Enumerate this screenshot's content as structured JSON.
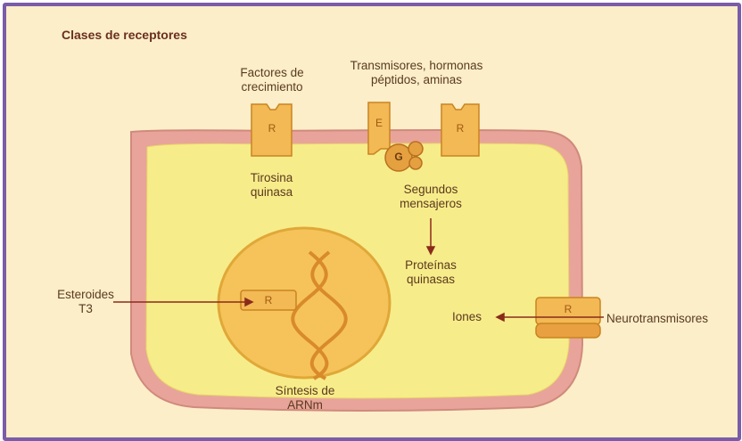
{
  "title": "Clases de receptores",
  "labels": {
    "growth_factors": [
      "Factores de",
      "crecimiento"
    ],
    "transmitters": [
      "Transmisores, hormonas",
      "péptidos, aminas"
    ],
    "tyrosine_kinase": [
      "Tirosina",
      "quinasa"
    ],
    "second_messengers": [
      "Segundos",
      "mensajeros"
    ],
    "protein_kinases": [
      "Proteínas",
      "quinasas"
    ],
    "steroids": [
      "Esteroides",
      "T3"
    ],
    "ions": "Iones",
    "neurotransmitters": "Neurotransmisores",
    "rna_synthesis": [
      "Síntesis de",
      "ARNm"
    ]
  },
  "receptor_marks": {
    "receptor": "R",
    "effector": "E",
    "g_protein": "G"
  },
  "colors": {
    "frame": "#7a5ca8",
    "background": "#fbeec9",
    "membrane": "#e8a49a",
    "cytoplasm": "#f7ec8a",
    "nucleus": "#f5c35a",
    "receptor_fill": "#f2b955",
    "receptor_stroke": "#c98420",
    "text": "#5b3a1e",
    "arrow": "#8a2b1a"
  }
}
